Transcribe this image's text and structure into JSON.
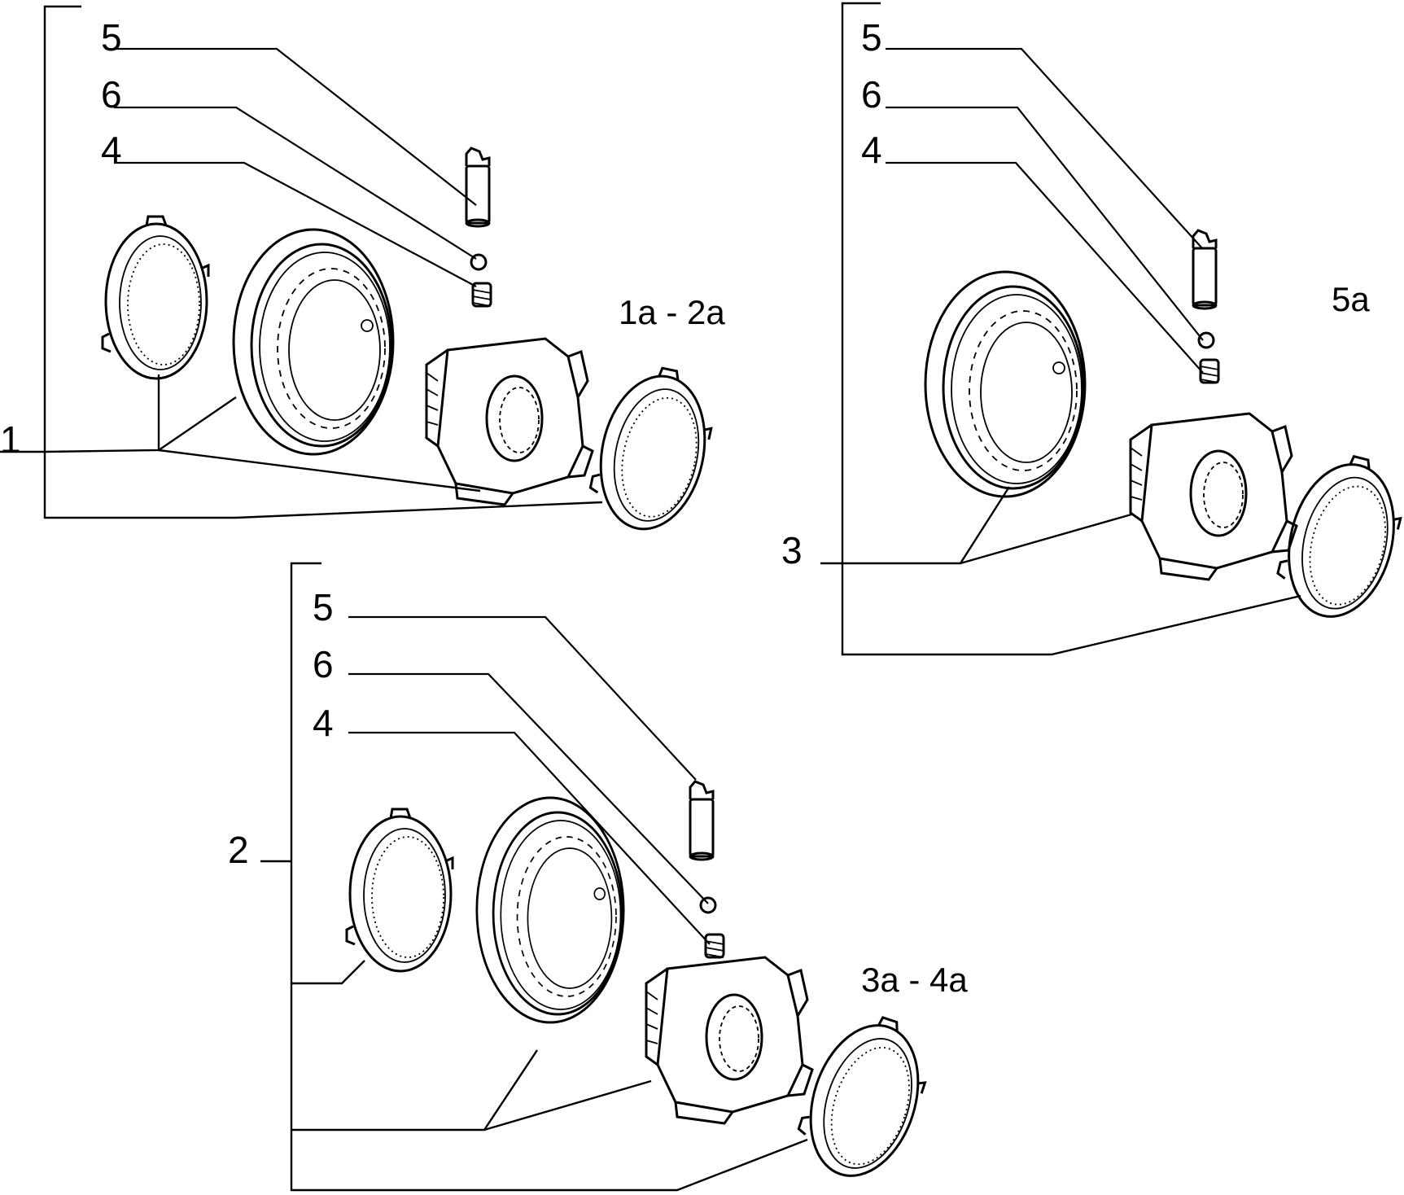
{
  "diagram": {
    "assemblies": [
      {
        "assembly_number": "1",
        "gear_label": "1a - 2a",
        "part_numbers": {
          "pin": "5",
          "ball": "6",
          "spring": "4"
        }
      },
      {
        "assembly_number": "3",
        "gear_label": "5a",
        "part_numbers": {
          "pin": "5",
          "ball": "6",
          "spring": "4"
        }
      },
      {
        "assembly_number": "2",
        "gear_label": "3a - 4a",
        "part_numbers": {
          "pin": "5",
          "ball": "6",
          "spring": "4"
        }
      }
    ]
  }
}
